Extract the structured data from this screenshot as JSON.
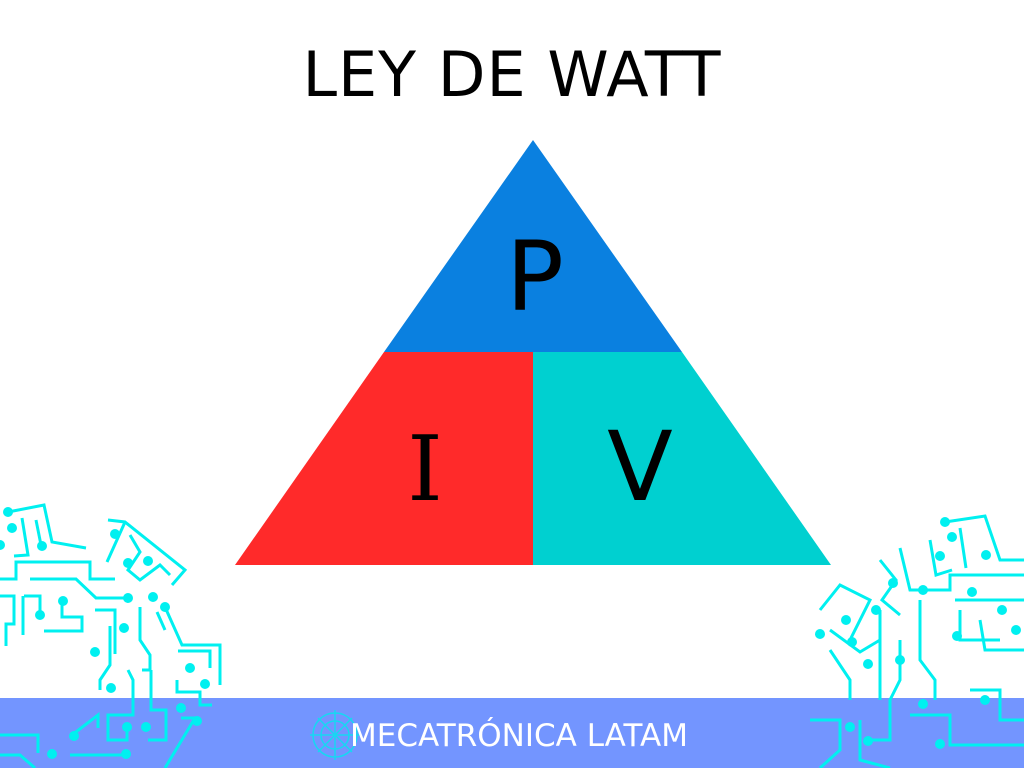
{
  "title": "LEY DE WATT",
  "triangle": {
    "top": {
      "label": "P",
      "color": "#0a80e0"
    },
    "bottom_left": {
      "label": "I",
      "color": "#ff2a2a"
    },
    "bottom_right": {
      "label": "V",
      "color": "#00d0d0"
    }
  },
  "footer": {
    "brand": "MECATRÓNICA LATAM",
    "color": "#7395ff"
  },
  "decoration_color": "#00f0f0"
}
